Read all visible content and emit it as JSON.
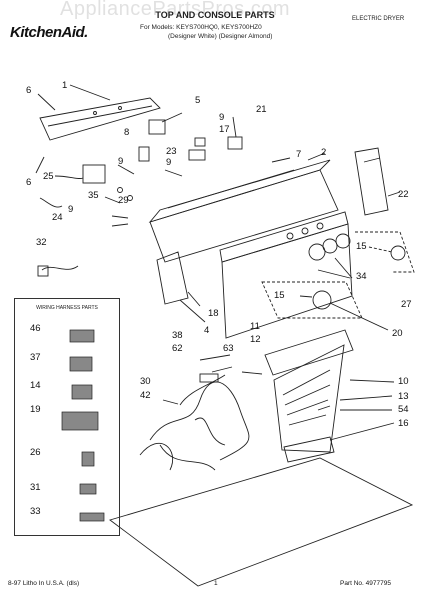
{
  "watermark": "AppliancePartsPros.com",
  "header": {
    "brand": "KitchenAid.",
    "title": "TOP AND CONSOLE PARTS",
    "subtitle_line1": "For Models: KEYS700HQ0, KEYS700HZ0",
    "subtitle_line2": "(Designer White) (Designer Almond)",
    "doc_type": "ELECTRIC DRYER"
  },
  "harness_box": {
    "title": "WIRING HARNESS PARTS"
  },
  "callouts": {
    "c1": "1",
    "c2": "2",
    "c4": "4",
    "c5": "5",
    "c6a": "6",
    "c6b": "6",
    "c7": "7",
    "c8": "8",
    "c9a": "9",
    "c9b": "9",
    "c9c": "9",
    "c10": "10",
    "c11": "11",
    "c12": "12",
    "c13": "13",
    "c14": "14",
    "c15a": "15",
    "c15b": "15",
    "c16": "16",
    "c17": "17",
    "c18": "18",
    "c19": "19",
    "c20": "20",
    "c21": "21",
    "c22": "22",
    "c23": "23",
    "c24": "24",
    "c25": "25",
    "c26": "26",
    "c27": "27",
    "c29": "29",
    "c30": "30",
    "c31": "31",
    "c32": "32",
    "c33": "33",
    "c34": "34",
    "c35": "35",
    "c37": "37",
    "c38": "38",
    "c42": "42",
    "c46": "46",
    "c54": "54",
    "c62": "62",
    "c63": "63"
  },
  "footer": {
    "left": "8-97 Litho In U.S.A. (dls)",
    "page": "1",
    "part_no": "Part No. 4977795"
  }
}
